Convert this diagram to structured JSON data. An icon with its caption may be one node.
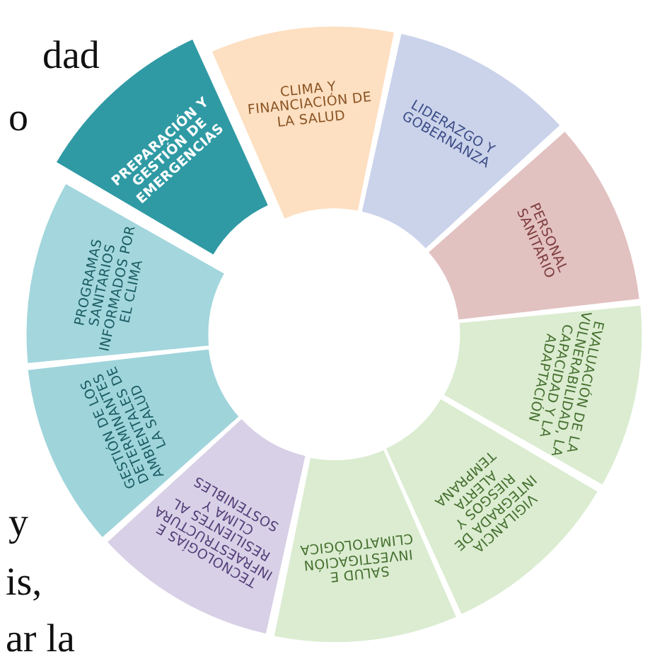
{
  "diagram": {
    "nodes": [
      {
        "text": [
          "PREPARACIÓN Y GESTIÓN DE EMERGENCIAS"
        ]
      },
      {
        "text": [
          "CLIMA Y FINANCIACIÓN DE LA SALUD"
        ]
      },
      {
        "text": [
          "LIDERAZGO Y GOBERNANZA"
        ]
      },
      {
        "text": [
          "PERSONAL SANITARIO"
        ]
      },
      {
        "text": [
          "EVALUACIÓN DE LA VULNERABILIDAD, LA CAPACIDAD Y LA ADAPTACIÓN"
        ]
      },
      {
        "text": [
          "VIGILANCIA INTEGRADA DE RIESGOS Y ALERTA TEMPRANA"
        ]
      },
      {
        "text": [
          "SALUD E INVESTIGACIÓN CLIMATOLÓGICA"
        ]
      },
      {
        "text": [
          "TECNOLOGÍAS E INFRAESTRUCTURA RESILIENTES AL CLIMA Y SOSTENIBLES"
        ]
      },
      {
        "text": [
          "GESTIÓN DE LOS DETERMINANTES AMBIENTALES DE LA SALUD"
        ]
      },
      {
        "text": [
          "PROGRAMAS SANITARIOS INFORMADOS POR EL CLIMA"
        ]
      }
    ],
    "labels": [
      "dad",
      "o",
      "y",
      "is,",
      "ar la"
    ]
  }
}
